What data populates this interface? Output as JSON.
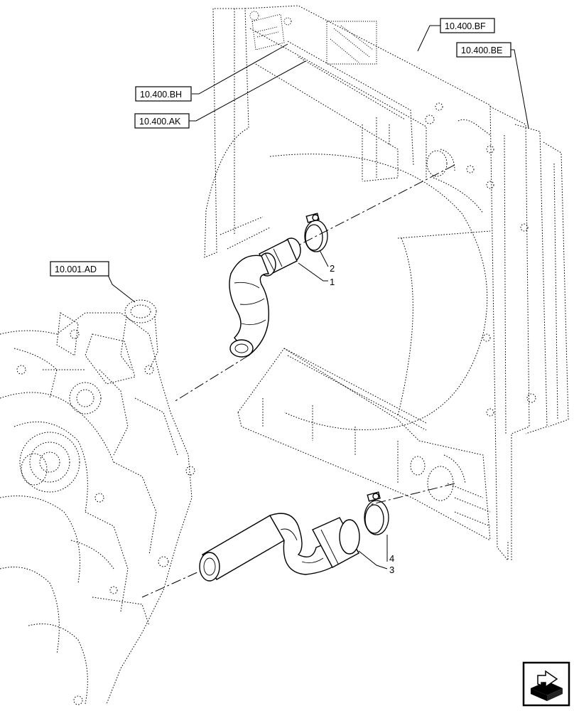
{
  "diagram": {
    "references": [
      {
        "id": "ref-bf",
        "label": "10.400.BF"
      },
      {
        "id": "ref-be",
        "label": "10.400.BE"
      },
      {
        "id": "ref-bh",
        "label": "10.400.BH"
      },
      {
        "id": "ref-ak",
        "label": "10.400.AK"
      },
      {
        "id": "ref-ad",
        "label": "10.001.AD"
      }
    ],
    "parts": [
      {
        "num": "1",
        "desc": "upper hose"
      },
      {
        "num": "2",
        "desc": "upper hose clamp"
      },
      {
        "num": "3",
        "desc": "lower hose"
      },
      {
        "num": "4",
        "desc": "lower hose clamp"
      }
    ]
  }
}
